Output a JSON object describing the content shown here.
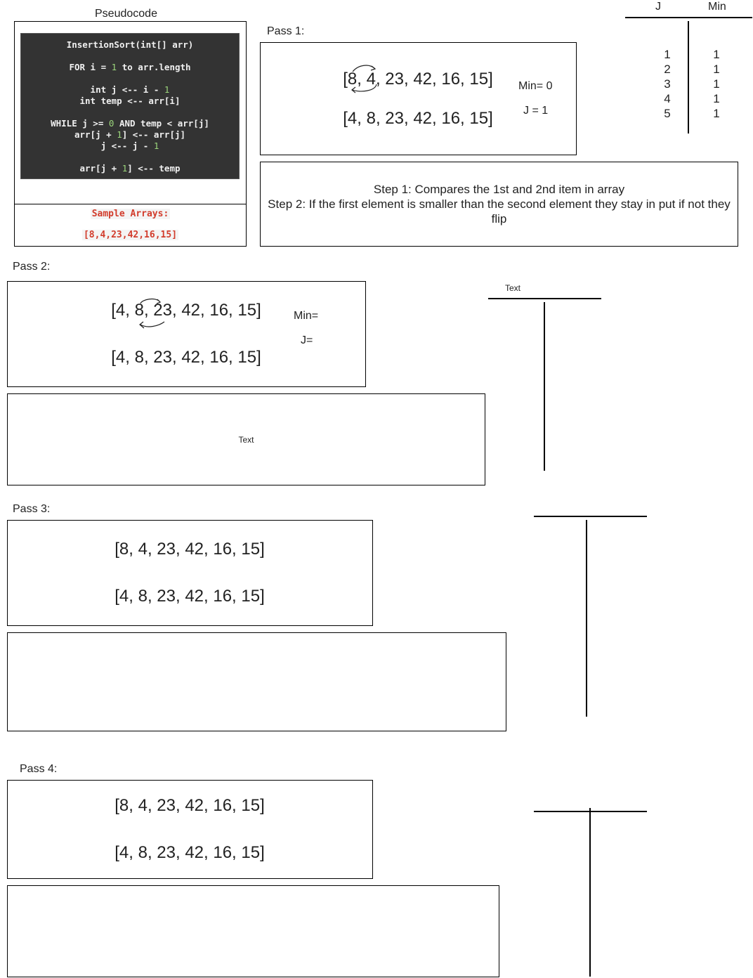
{
  "pseudocode": {
    "title": "Pseudocode",
    "lines": [
      {
        "pre": "InsertionSort(int[] arr)"
      },
      {
        "pre": "FOR i = ",
        "num": "1",
        "post": " to arr.length"
      },
      {
        "pre": "int j <-- i - ",
        "num": "1",
        "post": ""
      },
      {
        "pre": "int temp <-- arr[i]"
      },
      {
        "pre": "WHILE j >= ",
        "num": "0",
        "post": " AND temp < arr[j]"
      },
      {
        "pre": "arr[j + ",
        "num": "1",
        "post": "] <-- arr[j]"
      },
      {
        "pre": "j <-- j - ",
        "num": "1",
        "post": ""
      },
      {
        "pre": "arr[j + ",
        "num": "1",
        "post": "] <-- temp"
      }
    ],
    "sample_label": "Sample Arrays:",
    "sample_value": "[8,4,23,42,16,15]"
  },
  "pass1": {
    "label": "Pass 1:",
    "before": "[8, 4, 23, 42, 16, 15]",
    "after": "[4, 8, 23, 42, 16, 15]",
    "min": "Min= 0",
    "j": "J = 1",
    "step1": "Step 1: Compares the 1st and 2nd item in array",
    "step2": "Step 2: If the first element is smaller than the second element they stay in put if not they flip"
  },
  "table": {
    "col_j": "J",
    "col_min": "Min",
    "j_values": [
      "1",
      "2",
      "3",
      "4",
      "5"
    ],
    "min_values": [
      "1",
      "1",
      "1",
      "1",
      "1"
    ]
  },
  "pass2": {
    "label": "Pass 2:",
    "before": "[4, 8, 23, 42, 16, 15]",
    "after": "[4, 8, 23, 42, 16, 15]",
    "min": "Min=",
    "j": "J=",
    "notes": "Text",
    "table_header": "Text"
  },
  "pass3": {
    "label": "Pass 3:",
    "before": "[8, 4, 23, 42, 16, 15]",
    "after": "[4, 8, 23, 42, 16, 15]"
  },
  "pass4": {
    "label": "Pass 4:",
    "before": "[8, 4, 23, 42, 16, 15]",
    "after": "[4, 8, 23, 42, 16, 15]"
  }
}
